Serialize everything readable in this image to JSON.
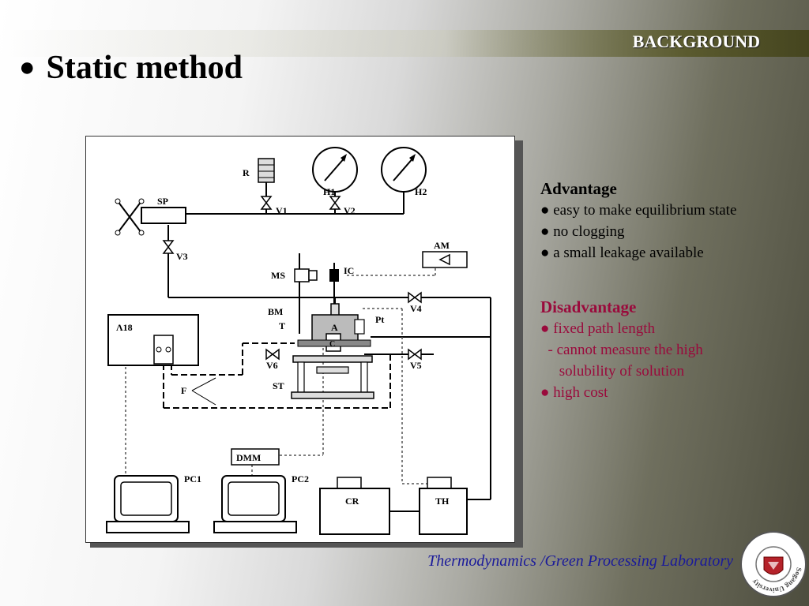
{
  "header": {
    "section": "BACKGROUND"
  },
  "slide": {
    "title": "Static method"
  },
  "diagram": {
    "labels": {
      "R": "R",
      "H1": "H1",
      "H2": "H2",
      "V1": "V1",
      "V2": "V2",
      "V3": "V3",
      "V4": "V4",
      "V5": "V5",
      "V6": "V6",
      "SP": "SP",
      "AM": "AM",
      "MS": "MS",
      "IC": "IC",
      "BM": "BM",
      "T": "T",
      "A": "A",
      "C": "C",
      "Pt": "Pt",
      "ST": "ST",
      "F": "F",
      "A18": "Λ18",
      "DMM": "DMM",
      "PC1": "PC1",
      "PC2": "PC2",
      "CR": "CR",
      "TH": "TH"
    }
  },
  "advantage": {
    "heading": "Advantage",
    "items": [
      "● easy to make equilibrium state",
      "● no clogging",
      "● a small leakage  available"
    ]
  },
  "disadvantage": {
    "heading": "Disadvantage",
    "items": [
      "● fixed path length",
      "  - cannot measure the high",
      "     solubility of solution",
      "● high cost"
    ]
  },
  "footer": {
    "lab": "Thermodynamics /Green Processing Laboratory"
  },
  "seal": {
    "university": "Sogang University"
  }
}
